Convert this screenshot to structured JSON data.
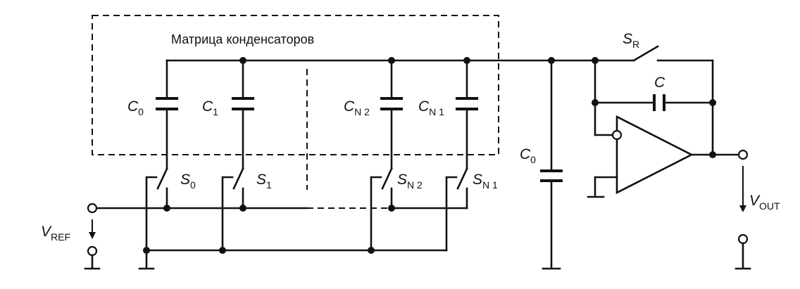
{
  "diagram": {
    "array_label": "Матрица конденсаторов",
    "caps": [
      {
        "main": "C",
        "sub": "0"
      },
      {
        "main": "C",
        "sub": "1"
      },
      {
        "main": "C",
        "sub": "N 2"
      },
      {
        "main": "C",
        "sub": "N 1"
      }
    ],
    "switches": [
      {
        "main": "S",
        "sub": "0"
      },
      {
        "main": "S",
        "sub": "1"
      },
      {
        "main": "S",
        "sub": "N 2"
      },
      {
        "main": "S",
        "sub": "N 1"
      }
    ],
    "sr": {
      "main": "S",
      "sub": "R"
    },
    "cfb": {
      "main": "C"
    },
    "c0_shunt": {
      "main": "C",
      "sub": "0"
    },
    "vref": {
      "main": "V",
      "sub": "REF"
    },
    "vout": {
      "main": "V",
      "sub": "OUT"
    }
  }
}
